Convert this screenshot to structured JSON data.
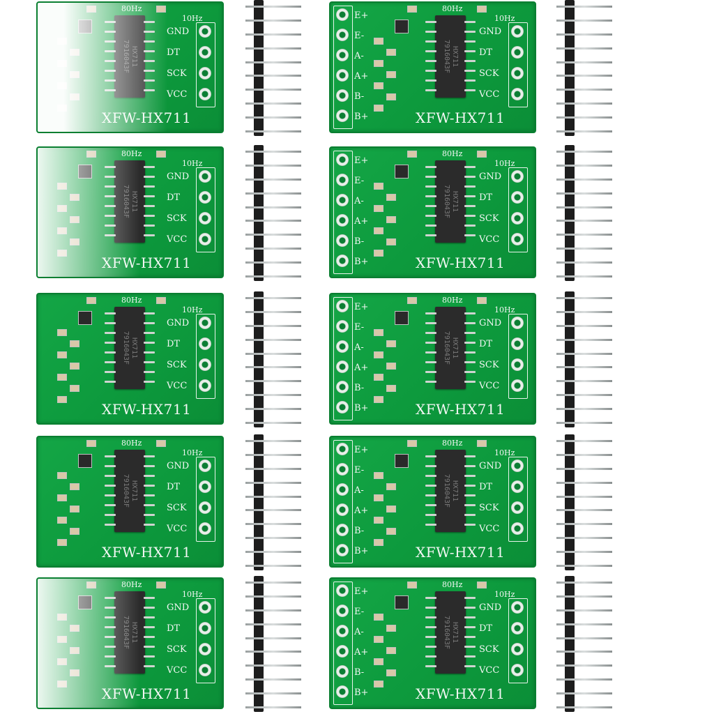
{
  "board_labels": {
    "freq_high": "80Hz",
    "freq_low": "10Hz",
    "pins_right": [
      "GND",
      "DT",
      "SCK",
      "VCC"
    ],
    "pins_left": [
      "E+",
      "E-",
      "A-",
      "A+",
      "B-",
      "B+"
    ],
    "title": "XFW-HX711",
    "chip_line1": "HX711",
    "chip_line2": "7916043F"
  },
  "boards": [
    {
      "id": "b1",
      "left_pins_visible": false,
      "fade": "strong"
    },
    {
      "id": "b2",
      "left_pins_visible": true,
      "fade": "none"
    },
    {
      "id": "b3",
      "left_pins_visible": false,
      "fade": "left"
    },
    {
      "id": "b4",
      "left_pins_visible": true,
      "fade": "none"
    },
    {
      "id": "b5",
      "left_pins_visible": false,
      "fade": "none"
    },
    {
      "id": "b6",
      "left_pins_visible": true,
      "fade": "none"
    },
    {
      "id": "b7",
      "left_pins_visible": false,
      "fade": "none"
    },
    {
      "id": "b8",
      "left_pins_visible": true,
      "fade": "none"
    },
    {
      "id": "b9",
      "left_pins_visible": false,
      "fade": "left"
    },
    {
      "id": "b10",
      "left_pins_visible": true,
      "fade": "none"
    }
  ],
  "colors": {
    "pcb": "#0d9a3d",
    "silkscreen": "#f3f7f4",
    "chip": "#2b2b2b",
    "header": "#1d1d1d"
  }
}
